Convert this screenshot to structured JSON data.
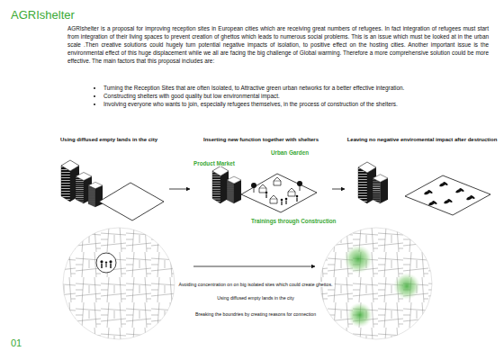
{
  "diagram": {
    "title": "AGRIshelter",
    "nodes": [
      {
        "text": [
          "Using diffused empty lands in the city"
        ]
      },
      {
        "text": [
          "Inserting new function together with shelters",
          "Product Market",
          "Urban Garden",
          "Trainings through Construction"
        ]
      },
      {
        "text": [
          "Leaving no negative enviromental impact after destruction"
        ]
      }
    ],
    "edges": [
      {
        "from": 0,
        "to": 1,
        "arrow": "to"
      },
      {
        "from": 1,
        "to": 2,
        "arrow": "to"
      }
    ],
    "labels": [
      "AGRIshelter is a proposal for improving reception sites in European cities which are receiving great numbers of refugees. In fact integration of refugees must start from integration of their living spaces to prevent creation of ghettos which leads to numerous social problems. This is an issue which must be looked at in the urban scale .Then creative solutions could hugely turn potential negative impacts of isolation, to positive effect on the hosting cities. Another important issue is the environmental effect of this huge displacement while we all are facing the big challenge of Global warming. Therefore a more comprehensive solution could be more effective. The main factors that this proposal includes are:",
      "Turning the Reception Sites that are often Isolated, to Attractive green urban networks for a better effective integration.",
      "Constructing shelters with good quality but low environmental impact.",
      "Involving everyone who wants to join, especially refugees themselves, in the process of construction of the shelters.",
      "Avoiding concentration on on big isolated sites which could create ghettos.",
      "Using diffused empty lands in the city",
      "Breaking the boundries by creating reasons for connection",
      "01"
    ]
  }
}
